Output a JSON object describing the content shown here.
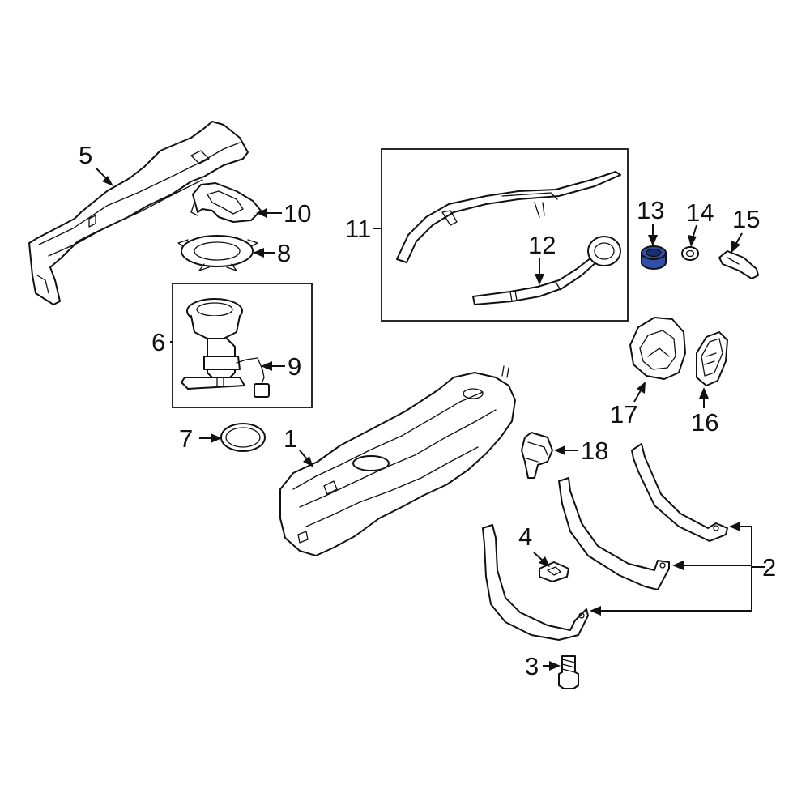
{
  "diagram": {
    "callouts": [
      {
        "id": "1",
        "label": "1"
      },
      {
        "id": "2",
        "label": "2"
      },
      {
        "id": "3",
        "label": "3"
      },
      {
        "id": "4",
        "label": "4"
      },
      {
        "id": "5",
        "label": "5"
      },
      {
        "id": "6",
        "label": "6"
      },
      {
        "id": "7",
        "label": "7"
      },
      {
        "id": "8",
        "label": "8"
      },
      {
        "id": "9",
        "label": "9"
      },
      {
        "id": "10",
        "label": "10"
      },
      {
        "id": "11",
        "label": "11"
      },
      {
        "id": "12",
        "label": "12"
      },
      {
        "id": "13",
        "label": "13"
      },
      {
        "id": "14",
        "label": "14"
      },
      {
        "id": "15",
        "label": "15"
      },
      {
        "id": "16",
        "label": "16"
      },
      {
        "id": "17",
        "label": "17"
      },
      {
        "id": "18",
        "label": "18"
      }
    ],
    "highlighted_part": "13",
    "colors": {
      "line": "#111111",
      "background": "#ffffff",
      "highlight": "#2f4fa8"
    }
  }
}
